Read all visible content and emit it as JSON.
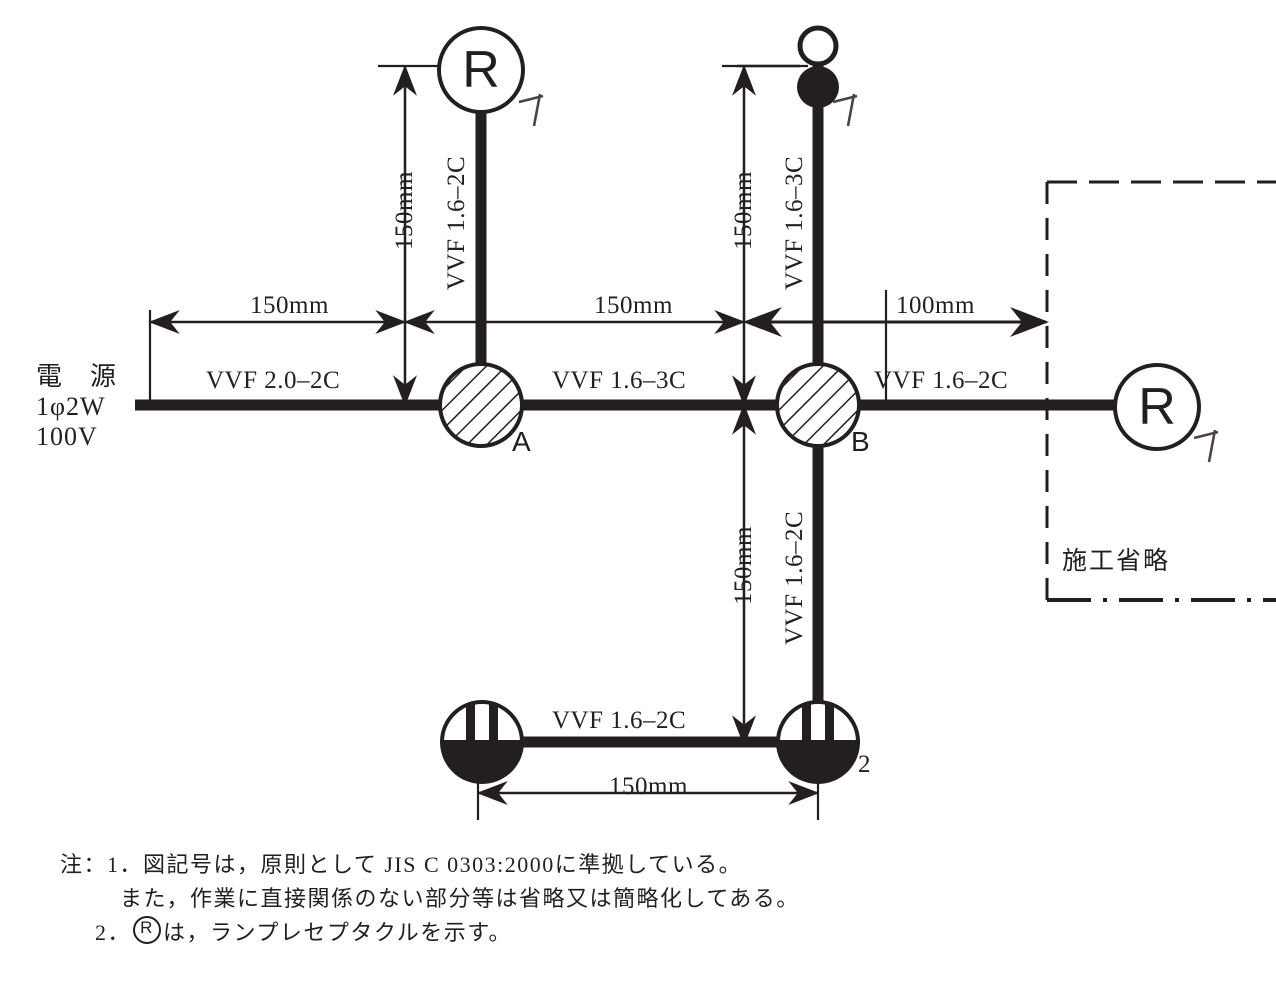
{
  "diagram": {
    "title": "Single-line electrical wiring diagram (JIS C 0303:2000)",
    "colors": {
      "ink": "#231f1e",
      "background": "#ffffff",
      "thin_line": "#231f1e"
    },
    "source": {
      "line1": "電　源",
      "line2": "1φ2W",
      "line3": "100V"
    },
    "cables": {
      "main_left": "VVF 2.0–2C",
      "main_middle": "VVF 1.6–3C",
      "main_right": "VVF 1.6–2C",
      "up_left": "VVF 1.6–2C",
      "up_right": "VVF 1.6–3C",
      "down_right": "VVF 1.6–2C",
      "bottom": "VVF 1.6–2C"
    },
    "dimensions": {
      "top_left": "150mm",
      "top_middle": "150mm",
      "top_right": "100mm",
      "vert_left": "150mm",
      "vert_right": "150mm",
      "vert_down": "150mm",
      "bottom": "150mm"
    },
    "junction_boxes": [
      {
        "id": "A",
        "label": "A"
      },
      {
        "id": "B",
        "label": "B"
      }
    ],
    "devices": {
      "lamp_top": {
        "symbol": "R",
        "mark": "イ"
      },
      "lamp_right": {
        "symbol": "R",
        "mark": "イ"
      },
      "switch_top": {
        "mark": "イ"
      },
      "outlet_right": {
        "label": "2"
      }
    },
    "omitted_area": {
      "label": "施工省略"
    }
  },
  "notes": {
    "heading": "注：",
    "items": [
      {
        "marker": "1．",
        "lines": [
          "図記号は，原則として JIS C 0303:2000に準拠している。",
          "また，作業に直接関係のない部分等は省略又は簡略化してある。"
        ]
      },
      {
        "marker": "2．",
        "prefix": "",
        "suffix": "は，ランプレセプタクルを示す。",
        "symbol": "R"
      }
    ]
  }
}
